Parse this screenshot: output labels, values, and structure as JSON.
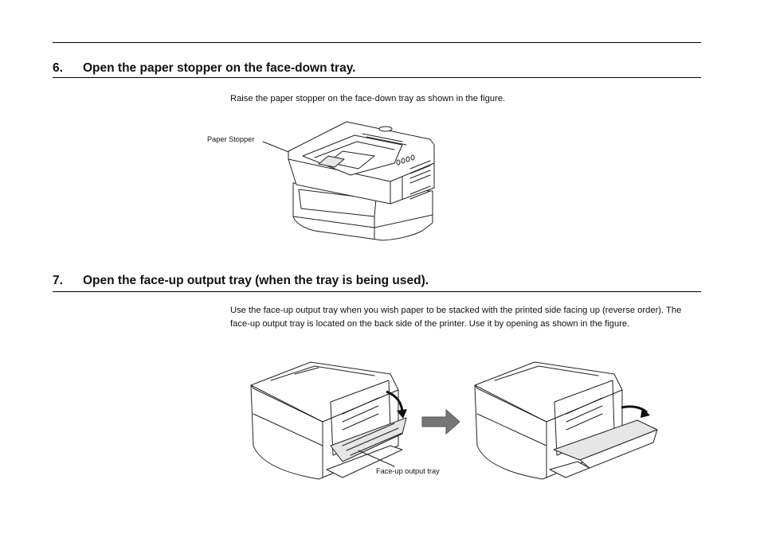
{
  "section6": {
    "number": "6.",
    "title": "Open the paper stopper on the face-down tray.",
    "body": "Raise the paper stopper on the face-down tray as shown in the figure.",
    "figure_label": "Paper Stopper"
  },
  "section7": {
    "number": "7.",
    "title": "Open the face-up output tray (when the tray is being used).",
    "body": "Use the face-up output tray when you wish paper to be stacked with the printed side facing up (reverse order).  The face-up output tray is located on the back side of the printer.  Use it by opening as shown in the figure.",
    "figure_label": "Face-up output tray"
  }
}
